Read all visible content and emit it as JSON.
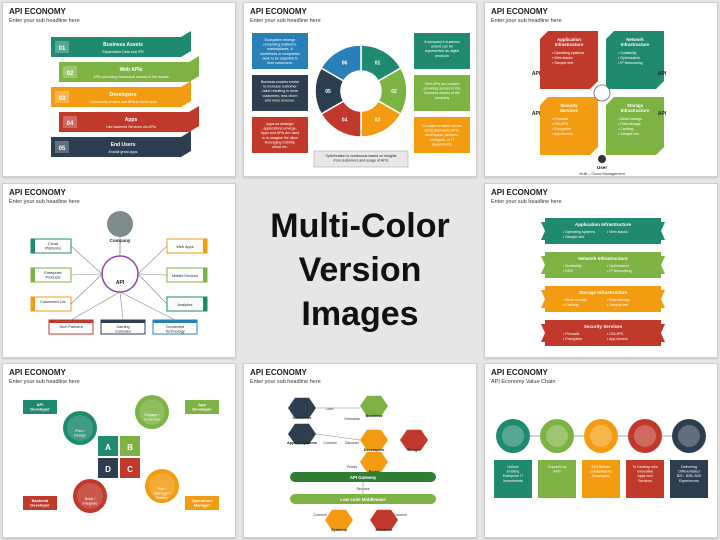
{
  "center": {
    "line1": "Multi-Color",
    "line2": "Version Images"
  },
  "slides": [
    {
      "title": "API ECONOMY",
      "sub": "Enter your sub headline here",
      "bars": [
        {
          "num": "01",
          "title": "Business Assets",
          "desc": "Expandable Data and IPR",
          "color": "#1f8a70"
        },
        {
          "num": "02",
          "title": "Web APIs",
          "desc": "APIs providing contractual access to the assets",
          "color": "#7cb342"
        },
        {
          "num": "03",
          "title": "Developers",
          "desc": "Community of devs use APIs to build apps",
          "color": "#f39c12"
        },
        {
          "num": "04",
          "title": "Apps",
          "desc": "Use backend Services via APIs",
          "color": "#c0392b"
        },
        {
          "num": "05",
          "title": "End Users",
          "desc": "Exploit great apps",
          "color": "#2c3e50"
        }
      ]
    },
    {
      "title": "API ECONOMY",
      "sub": "Enter your sub headline here",
      "left_boxes": [
        "Ecosystem emerge comprising platforms, marketplaces, & storefronts or companies seek to be essential to their customers.",
        "Business models evolve to increase customer value resulting in more customers, less churn and more revenue.",
        "Apps as strategic applications emerge, Apps and APIs are used to re-imagine the client leveraging mobility, cloud etc."
      ],
      "right_boxes": [
        "A company's business assets can be represented as digital products",
        "Web APIs are created providing access to the business assets of the company",
        "Co-value creation occurs using third-party APIs, developers, partners, hobbyists, or IT departments"
      ],
      "bottom": "Optimization is continuous based on insights from customers and usage of APIs",
      "nums": [
        "01",
        "02",
        "03",
        "04",
        "05",
        "06"
      ]
    },
    {
      "title": "API ECONOMY",
      "sub": "Enter your sub headline here",
      "quads": [
        {
          "title": "Application Infrastructure",
          "items": [
            "Operating systems",
            "Web stacks",
            "Sample text"
          ],
          "color": "#c0392b"
        },
        {
          "title": "Network Infrastructure",
          "items": [
            "Scalability",
            "Optimization",
            "IP Networking"
          ],
          "color": "#1f8a70"
        },
        {
          "title": "Security Services",
          "items": [
            "Firewalls",
            "DDL/IPS",
            "Encryption",
            "App Access"
          ],
          "color": "#f39c12"
        },
        {
          "title": "Storage Infrastructure",
          "items": [
            "Block storage",
            "Data storage",
            "Caching",
            "Sample text"
          ],
          "color": "#7cb342"
        }
      ],
      "api_label": "API",
      "user_label": "User",
      "caption": "Multi – Cloud Management"
    },
    {
      "title": "API ECONOMY",
      "sub": "Enter your sub headline here",
      "hub": "API",
      "top": "Company",
      "left": [
        {
          "label": "Cloud Platforms",
          "color": "#1f8a70"
        },
        {
          "label": "Enterprise Products",
          "color": "#7cb342"
        },
        {
          "label": "Connected Car",
          "color": "#f39c12"
        }
      ],
      "right": [
        {
          "label": "Web Apps",
          "color": "#f39c12"
        },
        {
          "label": "Mobile Devices",
          "color": "#7cb342"
        },
        {
          "label": "Analytics",
          "color": "#1f8a70"
        }
      ],
      "bottom": [
        {
          "label": "Tech Partners",
          "color": "#c0392b"
        },
        {
          "label": "Gaming Consoles",
          "color": "#2c3e50"
        },
        {
          "label": "Connected Technology",
          "color": "#2980b9"
        }
      ]
    },
    {
      "title": "API ECONOMY",
      "sub": "Enter your sub headline here",
      "labels": [
        {
          "text": "API Developer",
          "color": "#1f8a70"
        },
        {
          "text": "App Developer",
          "color": "#7cb342"
        },
        {
          "text": "Backend Developer",
          "color": "#c0392b"
        },
        {
          "text": "Operations Manager",
          "color": "#f39c12"
        }
      ],
      "circles": [
        "Plan / Design",
        "Engage / Consume",
        "Build / Integrate",
        "Run / Manage / Monitor"
      ],
      "letters": [
        "A",
        "B",
        "D",
        "C"
      ]
    },
    {
      "title": "API ECONOMY",
      "sub": "Enter your sub headline here",
      "nodes": [
        "Consumer",
        "Apps & Systems",
        "Business",
        "Developers",
        "Google",
        "Portal",
        "Systems",
        "Database"
      ],
      "bars": [
        "API Gateway",
        "Low code Middleware"
      ],
      "small": [
        "User",
        "Connect",
        "Onboards",
        "Discover",
        "Feeds",
        "Secures",
        "Connect",
        "Connect"
      ]
    },
    {
      "title": "API ECONOMY",
      "sub": "API Economy Value Chain",
      "chain": [
        {
          "text": "Unlock Existing Enterprise IT Investments",
          "color": "#1f8a70"
        },
        {
          "text": "Exposed as APIs",
          "color": "#7cb342"
        },
        {
          "text": "Self Service Consumed by Developers",
          "color": "#f39c12"
        },
        {
          "text": "To Develop new Innovative Apps and Services",
          "color": "#c0392b"
        },
        {
          "text": "Delivering Differentiated B2C, B2B, B2E Experiences",
          "color": "#2c3e50"
        }
      ]
    },
    {
      "title": "API ECONOMY",
      "sub": "Enter your sub headline here",
      "rows": [
        {
          "title": "Application Infrastructure",
          "items": [
            "Operating systems",
            "Web stacks",
            "Sample text"
          ],
          "color": "#1f8a70"
        },
        {
          "title": "Network Infrastructure",
          "items": [
            "Scalability",
            "Optimization",
            "DNS",
            "IP Networking"
          ],
          "color": "#7cb342"
        },
        {
          "title": "Storage Infrastructure",
          "items": [
            "Block storage",
            "Data storage",
            "Caching",
            "Sample text"
          ],
          "color": "#f39c12"
        },
        {
          "title": "Security Services",
          "items": [
            "Firewalls",
            "DDL/IPS",
            "Encryption",
            "App Access"
          ],
          "color": "#c0392b"
        }
      ]
    }
  ]
}
